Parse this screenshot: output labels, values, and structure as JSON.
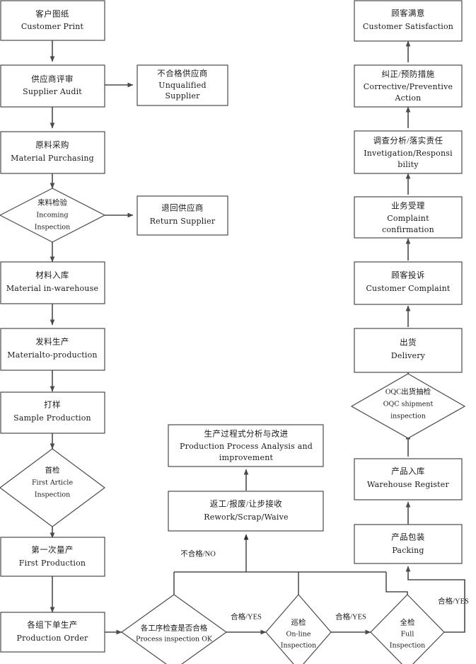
{
  "diagram": {
    "title_present": false,
    "type": "flowchart",
    "colors": {
      "background": "#ffffff",
      "node_stroke": "#4a4a4a",
      "connector": "#4a4a4a",
      "text": "#1a1a1a"
    },
    "nodes": [
      {
        "id": "customer-print",
        "shape": "box",
        "cn": "客户图纸",
        "en": [
          "Customer Print"
        ]
      },
      {
        "id": "supplier-audit",
        "shape": "box",
        "cn": "供应商评审",
        "en": [
          "Supplier Audit"
        ]
      },
      {
        "id": "unqualified-supplier",
        "shape": "box",
        "cn": "不合格供应商",
        "en": [
          "Unqualified",
          "Supplier"
        ]
      },
      {
        "id": "material-purchasing",
        "shape": "box",
        "cn": "原料采购",
        "en": [
          "Material Purchasing"
        ]
      },
      {
        "id": "incoming-inspection",
        "shape": "diamond",
        "cn": "来料检验",
        "en": [
          "Incoming",
          "Inspection"
        ]
      },
      {
        "id": "return-supplier",
        "shape": "box",
        "cn": "退回供应商",
        "en": [
          "Return Supplier"
        ]
      },
      {
        "id": "material-in-warehouse",
        "shape": "box",
        "cn": "材料入库",
        "en": [
          "Material in-warehouse"
        ]
      },
      {
        "id": "material-to-production",
        "shape": "box",
        "cn": "发料生产",
        "en": [
          "Materialto-production"
        ]
      },
      {
        "id": "sample-production",
        "shape": "box",
        "cn": "打样",
        "en": [
          "Sample Production"
        ]
      },
      {
        "id": "first-article",
        "shape": "diamond",
        "cn": "首检",
        "en": [
          "First Article",
          "Inspection"
        ]
      },
      {
        "id": "first-production",
        "shape": "box",
        "cn": "第一次量产",
        "en": [
          "First Production"
        ]
      },
      {
        "id": "production-order",
        "shape": "box",
        "cn": "各组下单生产",
        "en": [
          "Production Order"
        ]
      },
      {
        "id": "process-inspection",
        "shape": "diamond",
        "cn": "各工序检查是否合格",
        "en": [
          "Process inspection OK"
        ]
      },
      {
        "id": "online-inspection",
        "shape": "diamond",
        "cn": "巡检",
        "en": [
          "On-line",
          "Inspection"
        ]
      },
      {
        "id": "full-inspection",
        "shape": "diamond",
        "cn": "全检",
        "en": [
          "Full",
          "Inspection"
        ]
      },
      {
        "id": "rework-scrap-waive",
        "shape": "box",
        "cn": "返工/报废/让步接收",
        "en": [
          "Rework/Scrap/Waive"
        ]
      },
      {
        "id": "process-analysis",
        "shape": "box",
        "cn": "生产过程式分析与改进",
        "en": [
          "Production Process Analysis and",
          "improvement"
        ]
      },
      {
        "id": "packing",
        "shape": "box",
        "cn": "产品包装",
        "en": [
          "Packing"
        ]
      },
      {
        "id": "warehouse-register",
        "shape": "box",
        "cn": "产品入库",
        "en": [
          "Warehouse Register"
        ]
      },
      {
        "id": "oqc-shipment",
        "shape": "diamond",
        "cn": "OQC出货抽检",
        "en": [
          "OQC shipment",
          "inspection"
        ]
      },
      {
        "id": "delivery",
        "shape": "box",
        "cn": "出货",
        "en": [
          "Delivery"
        ]
      },
      {
        "id": "customer-complaint",
        "shape": "box",
        "cn": "顾客投诉",
        "en": [
          "Customer Complaint"
        ]
      },
      {
        "id": "complaint-confirmation",
        "shape": "box",
        "cn": "业务受理",
        "en": [
          "Complaint",
          "confirmation"
        ]
      },
      {
        "id": "investigation",
        "shape": "box",
        "cn": "调查分析/落实责任",
        "en": [
          "Invetigation/Responsi",
          "bility"
        ]
      },
      {
        "id": "corrective-action",
        "shape": "box",
        "cn": "纠正/预防措施",
        "en": [
          "Corrective/Preventive",
          "Action"
        ]
      },
      {
        "id": "customer-satisfaction",
        "shape": "box",
        "cn": "顾客满意",
        "en": [
          "Customer Satisfaction"
        ]
      }
    ],
    "edge_labels": {
      "no_label": "不合格/NO",
      "yes_process_to_online": "合格/YES",
      "yes_online_to_full": "合格/YES",
      "yes_full_to_packing": "合格/YES"
    }
  }
}
